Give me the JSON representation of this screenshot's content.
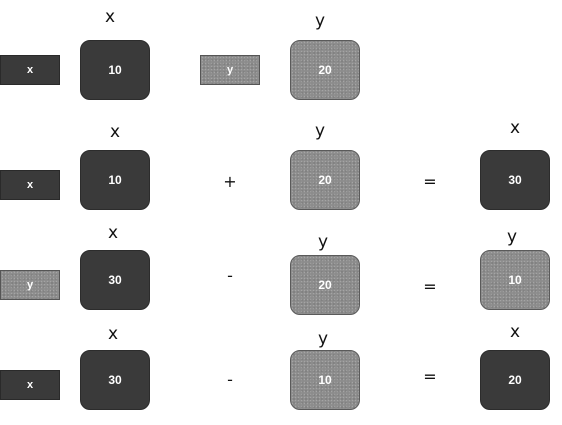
{
  "row1": {
    "tag_x": "x",
    "label_x": "x",
    "value_x": "10",
    "tag_y": "y",
    "label_y": "y",
    "value_y": "20"
  },
  "row2": {
    "tag": "x",
    "label_a": "x",
    "value_a": "10",
    "op": "+",
    "label_b": "y",
    "value_b": "20",
    "eq": "=",
    "label_r": "x",
    "value_r": "30"
  },
  "row3": {
    "tag": "y",
    "label_a": "x",
    "value_a": "30",
    "op": "-",
    "label_b": "y",
    "value_b": "20",
    "eq": "=",
    "label_r": "y",
    "value_r": "10"
  },
  "row4": {
    "tag": "x",
    "label_a": "x",
    "value_a": "30",
    "op": "-",
    "label_b": "y",
    "value_b": "10",
    "eq": "=",
    "label_r": "x",
    "value_r": "20"
  },
  "colors": {
    "dark": "#3a3a3a",
    "light": "#8c8c8c"
  }
}
